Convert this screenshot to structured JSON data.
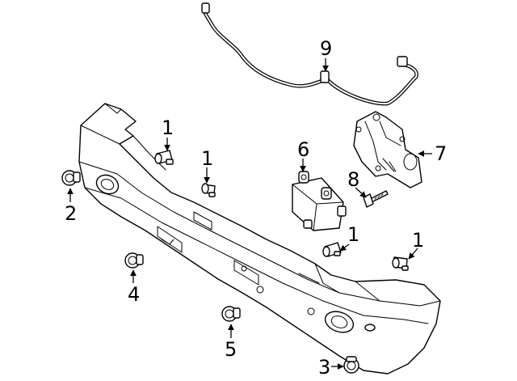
{
  "callouts": {
    "c1a": "1",
    "c1b": "1",
    "c1c": "1",
    "c1d": "1",
    "c2": "2",
    "c3": "3",
    "c4": "4",
    "c5": "5",
    "c6": "6",
    "c7": "7",
    "c8": "8",
    "c9": "9"
  },
  "colors": {
    "line": "#000000",
    "background": "#ffffff"
  }
}
